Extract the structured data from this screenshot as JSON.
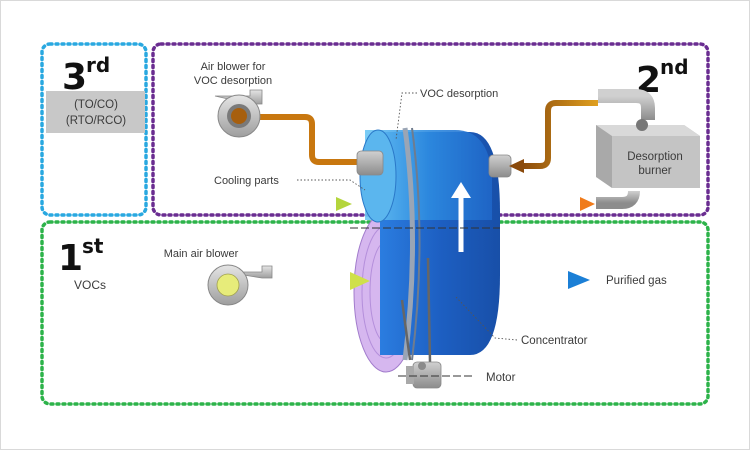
{
  "stages": {
    "first": {
      "number": "1",
      "suffix": "st"
    },
    "second": {
      "number": "2",
      "suffix": "nd"
    },
    "third": {
      "number": "3",
      "suffix": "rd"
    }
  },
  "oxidizer": {
    "line1": "(TO/CO)",
    "line2": "(RTO/RCO)"
  },
  "labels": {
    "air_blower_line1": "Air blower for",
    "air_blower_line2": "VOC desorption",
    "voc_desorption": "VOC desorption",
    "cooling_parts": "Cooling parts",
    "main_air_blower": "Main air blower",
    "vocs": "VOCs",
    "purified_gas": "Purified gas",
    "concentrator": "Concentrator",
    "motor": "Motor",
    "burner_line1": "Desorption",
    "burner_line2": "burner"
  },
  "colors": {
    "stage1_border": "#2db34a",
    "stage2_border": "#6a2d91",
    "stage3_border": "#29a8e0",
    "rotor_blue": "#1f6fd0",
    "duct_orange": "#c8770f",
    "inlet_green": "#8cc63f",
    "outlet_blue": "#2196f3",
    "desorption_zone": "#c9a9e6",
    "equipment_gray": "#b5b5b5"
  },
  "icons": [
    "main-air-blower-icon",
    "desorption-air-blower-icon",
    "desorption-burner-icon",
    "motor-icon",
    "concentrator-rotor-icon"
  ]
}
